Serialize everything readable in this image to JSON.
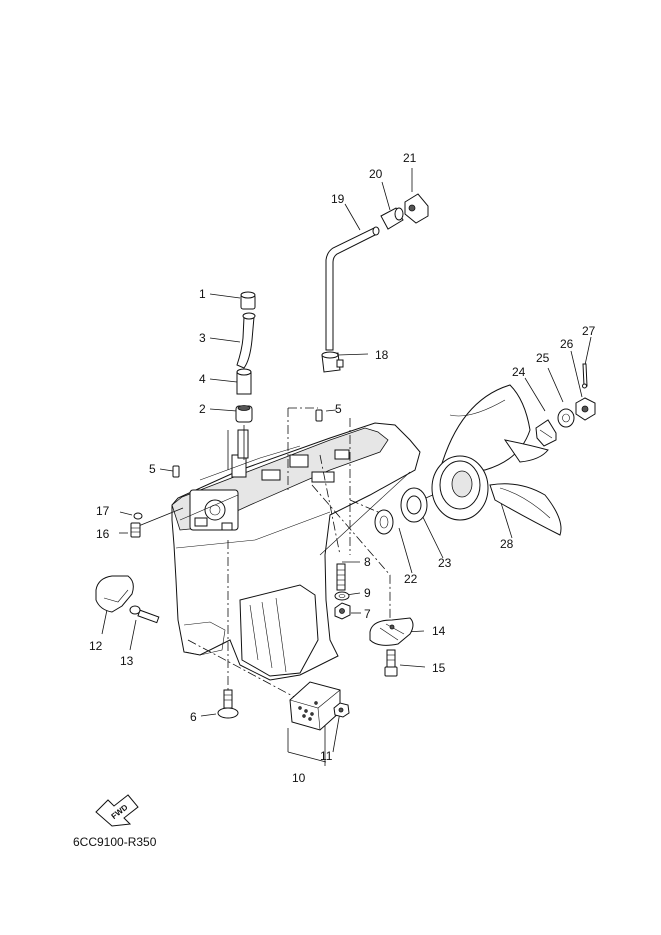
{
  "diagram_code": "6CC9100-R350",
  "fwd_label": "FWD",
  "callouts": {
    "c1": "1",
    "c2": "2",
    "c3": "3",
    "c4": "4",
    "c5a": "5",
    "c5b": "5",
    "c6": "6",
    "c7": "7",
    "c8": "8",
    "c9": "9",
    "c10": "10",
    "c11": "11",
    "c12": "12",
    "c13": "13",
    "c14": "14",
    "c15": "15",
    "c16": "16",
    "c17": "17",
    "c18": "18",
    "c19": "19",
    "c20": "20",
    "c21": "21",
    "c22": "22",
    "c23": "23",
    "c24": "24",
    "c25": "25",
    "c26": "26",
    "c27": "27",
    "c28": "28"
  },
  "icons": {
    "fwd": "fwd-arrow-icon"
  }
}
